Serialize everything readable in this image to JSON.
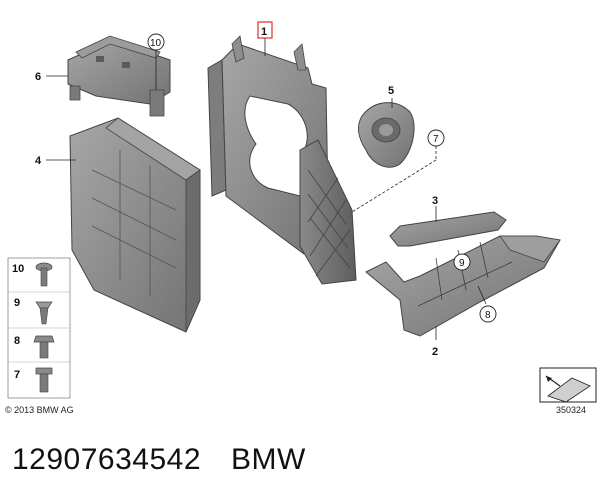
{
  "diagram": {
    "callouts": {
      "c1": "1",
      "c2": "2",
      "c3": "3",
      "c4": "4",
      "c5": "5",
      "c6": "6",
      "c7": "7",
      "c8": "8",
      "c9": "9",
      "c10": "10"
    },
    "legend": {
      "r10": "10",
      "r9": "9",
      "r8": "8",
      "r7": "7"
    },
    "copyright": "© 2013 BMW AG",
    "reference_code": "350324"
  },
  "caption": {
    "part_number": "12907634542",
    "brand": "BMW"
  },
  "colors": {
    "part_fill": "#8c8c8c",
    "part_dark": "#6e6e6e",
    "part_light": "#a9a9a9",
    "highlight_box": "#e0302a",
    "line": "#222222"
  }
}
